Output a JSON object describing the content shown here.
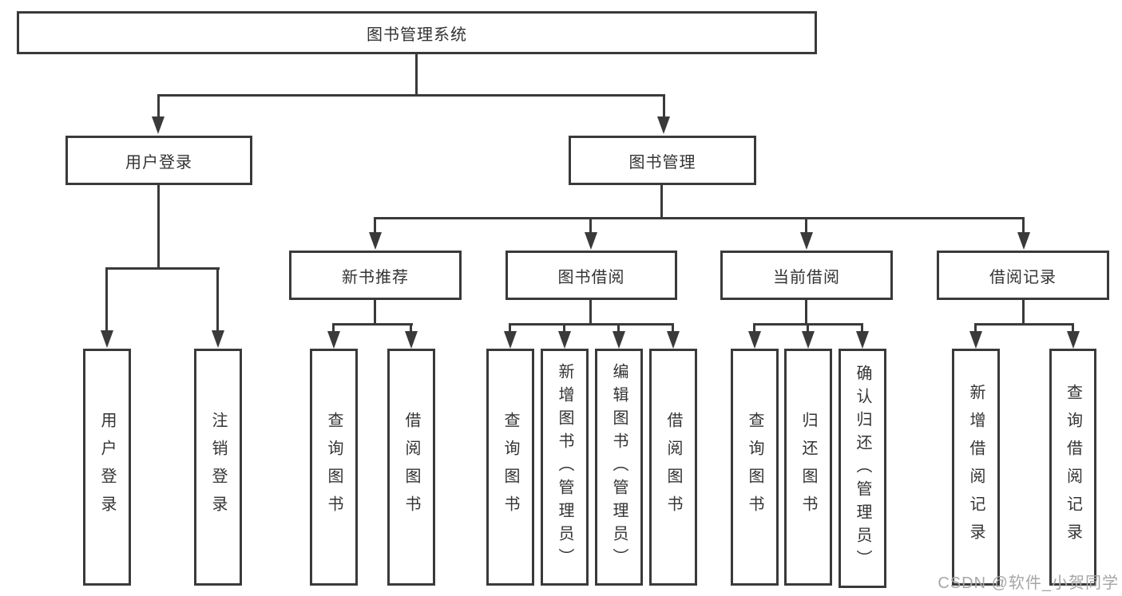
{
  "diagram": {
    "root": "图书管理系统",
    "level2": [
      "用户登录",
      "图书管理"
    ],
    "level3": [
      "新书推荐",
      "图书借阅",
      "当前借阅",
      "借阅记录"
    ],
    "leaves": [
      "用户登录",
      "注销登录",
      "查询图书",
      "借阅图书",
      "查询图书",
      "新增图书（管理员）",
      "编辑图书（管理员）",
      "借阅图书",
      "查询图书",
      "归还图书",
      "确认归还（管理员）",
      "新增借阅记录",
      "查询借阅记录"
    ],
    "structure": {
      "图书管理系统": [
        "用户登录",
        "图书管理"
      ],
      "用户登录": [
        "用户登录",
        "注销登录"
      ],
      "图书管理": [
        "新书推荐",
        "图书借阅",
        "当前借阅",
        "借阅记录"
      ],
      "新书推荐": [
        "查询图书",
        "借阅图书"
      ],
      "图书借阅": [
        "查询图书",
        "新增图书（管理员）",
        "编辑图书（管理员）",
        "借阅图书"
      ],
      "当前借阅": [
        "查询图书",
        "归还图书",
        "确认归还（管理员）"
      ],
      "借阅记录": [
        "新增借阅记录",
        "查询借阅记录"
      ]
    }
  },
  "watermark": "CSDN @软件_小贺同学",
  "colors": {
    "line": "#3a3a3a",
    "text": "#333333",
    "watermark": "#a6a6a6",
    "background": "#ffffff"
  }
}
